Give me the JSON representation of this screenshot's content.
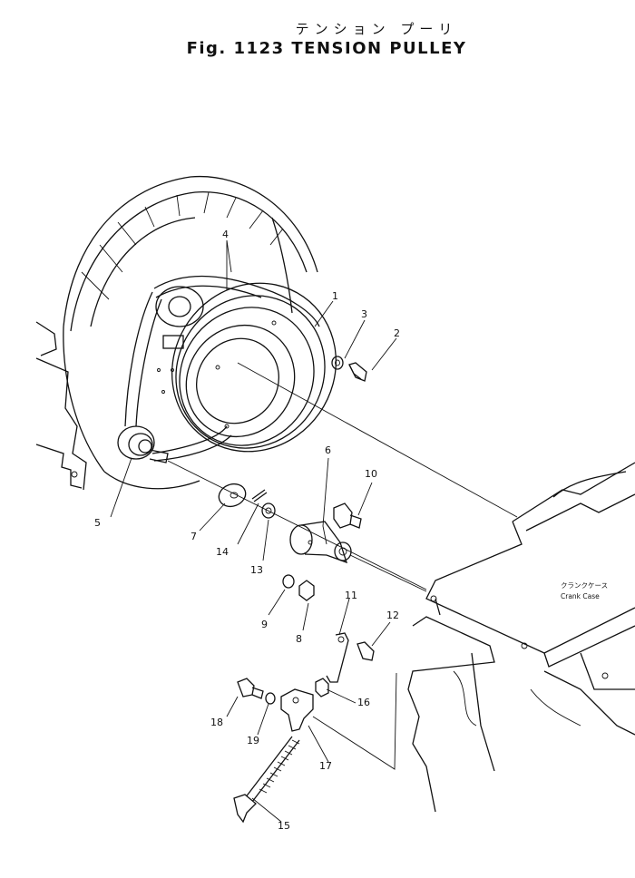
{
  "title": {
    "japanese": "テンション プーリ",
    "english": "Fig. 1123 TENSION PULLEY"
  },
  "crank_case_label": {
    "japanese": "クランクケース",
    "english": "Crank Case"
  },
  "callouts": {
    "c1": "1",
    "c2": "2",
    "c3": "3",
    "c4": "4",
    "c5": "5",
    "c6": "6",
    "c7": "7",
    "c8": "8",
    "c9": "9",
    "c10": "10",
    "c11": "11",
    "c12": "12",
    "c13": "13",
    "c14": "14",
    "c15": "15",
    "c16": "16",
    "c17": "17",
    "c18": "18",
    "c19": "19"
  }
}
